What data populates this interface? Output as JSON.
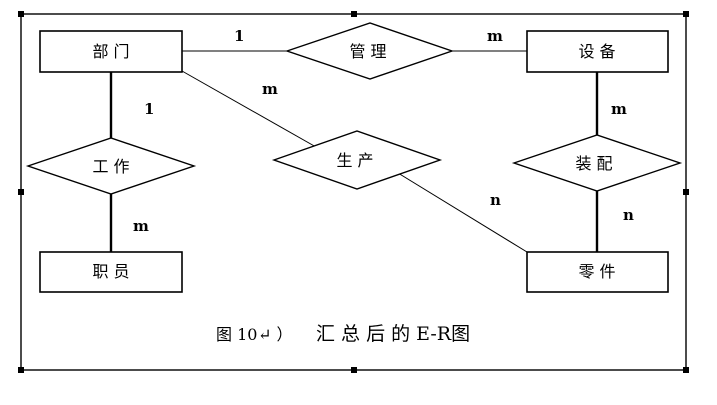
{
  "entities": {
    "department": "部 门",
    "equipment": "设 备",
    "staff": "职 员",
    "parts": "零 件"
  },
  "relationships": {
    "manage": "管 理",
    "work": "工 作",
    "produce": "生 产",
    "assemble": "装 配"
  },
  "cardinalities": {
    "dept_manage": "1",
    "manage_equip": "m",
    "dept_produce": "m",
    "dept_work": "1",
    "work_staff": "m",
    "equip_assemble": "m",
    "produce_parts": "n",
    "assemble_parts": "n"
  },
  "caption": {
    "figure_number": "图 10",
    "paragraph_mark": "↵ ）",
    "title": "汇 总 后 的 E-R图"
  }
}
